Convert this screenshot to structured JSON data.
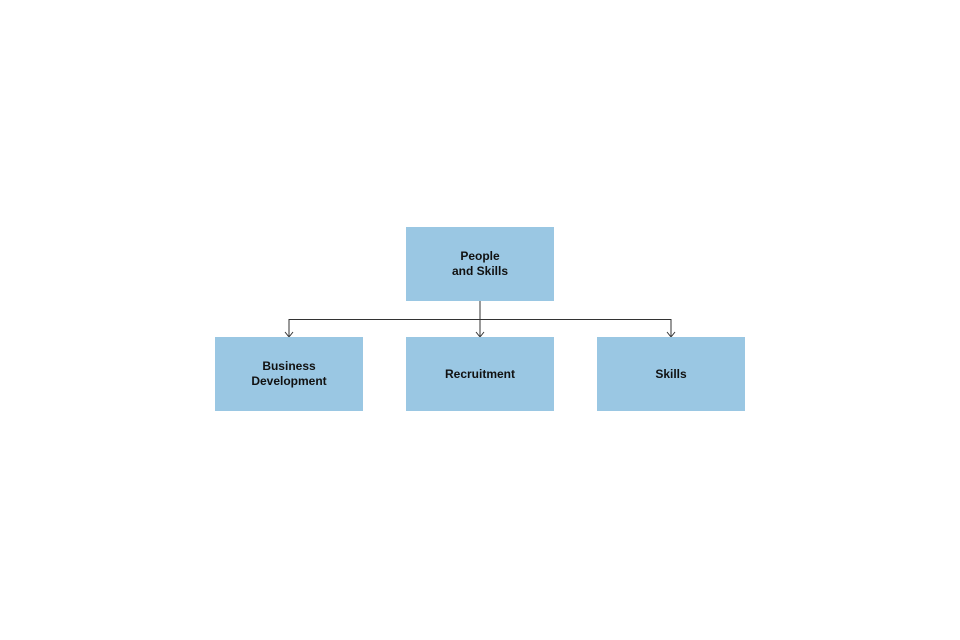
{
  "diagram": {
    "root": {
      "label": "People\nand Skills"
    },
    "children": [
      {
        "label": "Business\nDevelopment"
      },
      {
        "label": "Recruitment"
      },
      {
        "label": "Skills"
      }
    ]
  },
  "colors": {
    "box_fill": "#9ac7e3",
    "text": "#111111",
    "connector": "#333333"
  }
}
